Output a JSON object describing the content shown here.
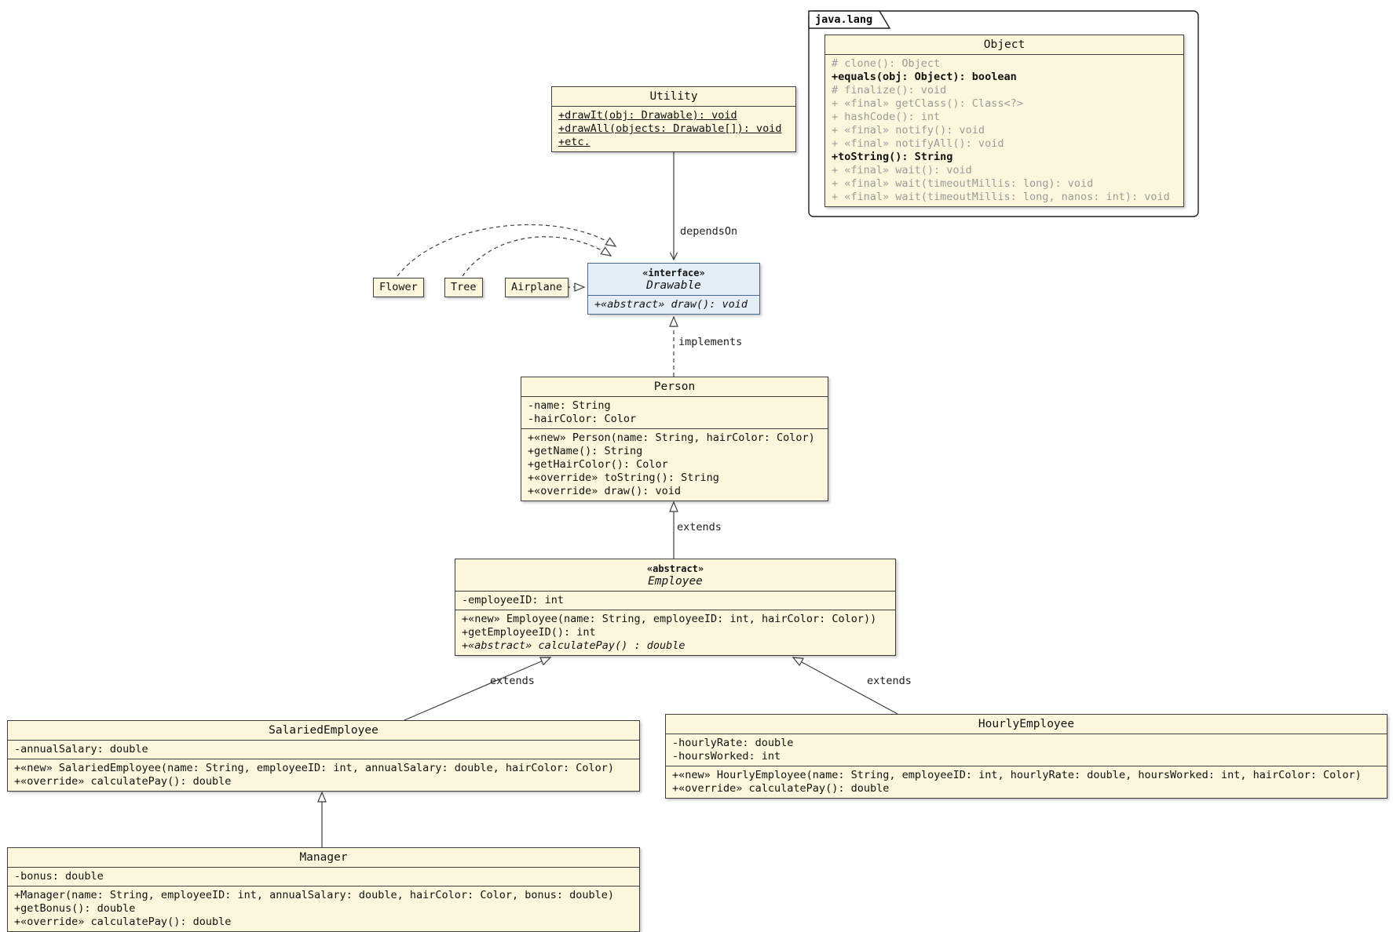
{
  "package": {
    "tab": "java.lang"
  },
  "classes": {
    "object": {
      "title": "Object",
      "methods": [
        "# clone(): Object",
        "+equals(obj: Object): boolean",
        "# finalize(): void",
        "+ «final» getClass(): Class<?>",
        "+ hashCode(): int",
        "+ «final» notify(): void",
        "+ «final» notifyAll(): void",
        "+toString(): String",
        "+ «final» wait(): void",
        "+ «final» wait(timeoutMillis: long): void",
        "+ «final» wait(timeoutMillis: long, nanos: int): void"
      ]
    },
    "utility": {
      "title": "Utility",
      "methods": [
        "+drawIt(obj: Drawable): void",
        "+drawAll(objects: Drawable[]): void",
        "+etc."
      ]
    },
    "drawable": {
      "stereotype": "«interface»",
      "title": "Drawable",
      "methods": [
        "+«abstract» draw(): void"
      ]
    },
    "flower": {
      "title": "Flower"
    },
    "tree": {
      "title": "Tree"
    },
    "airplane": {
      "title": "Airplane"
    },
    "person": {
      "title": "Person",
      "attributes": [
        "-name: String",
        "-hairColor: Color"
      ],
      "methods": [
        "+«new» Person(name: String, hairColor: Color)",
        "+getName(): String",
        "+getHairColor(): Color",
        "+«override» toString(): String",
        "+«override» draw(): void"
      ]
    },
    "employee": {
      "stereotype": "«abstract»",
      "title": "Employee",
      "attributes": [
        "-employeeID: int"
      ],
      "methods": [
        "+«new» Employee(name: String, employeeID: int, hairColor: Color))",
        "+getEmployeeID(): int",
        "+«abstract» calculatePay() : double"
      ]
    },
    "salaried": {
      "title": "SalariedEmployee",
      "attributes": [
        "-annualSalary: double"
      ],
      "methods": [
        "+«new» SalariedEmployee(name: String, employeeID: int, annualSalary: double, hairColor: Color)",
        "+«override» calculatePay(): double"
      ]
    },
    "hourly": {
      "title": "HourlyEmployee",
      "attributes": [
        "-hourlyRate: double",
        "-hoursWorked: int"
      ],
      "methods": [
        "+«new» HourlyEmployee(name: String, employeeID: int, hourlyRate: double, hoursWorked: int, hairColor: Color)",
        "+«override» calculatePay(): double"
      ]
    },
    "manager": {
      "title": "Manager",
      "attributes": [
        "-bonus: double"
      ],
      "methods": [
        "+Manager(name: String, employeeID: int, annualSalary: double, hairColor: Color, bonus: double)",
        "+getBonus(): double",
        "+«override» calculatePay(): double"
      ]
    }
  },
  "edges": {
    "depends_on": "dependsOn",
    "implements": "implements",
    "extends_employee": "extends",
    "extends_salaried": "extends",
    "extends_hourly": "extends"
  },
  "colors": {
    "class_fill": "#FCF7DC",
    "interface_fill": "#E4EEF7",
    "border": "#3F3F3F",
    "muted_text": "#9B9B9B"
  }
}
